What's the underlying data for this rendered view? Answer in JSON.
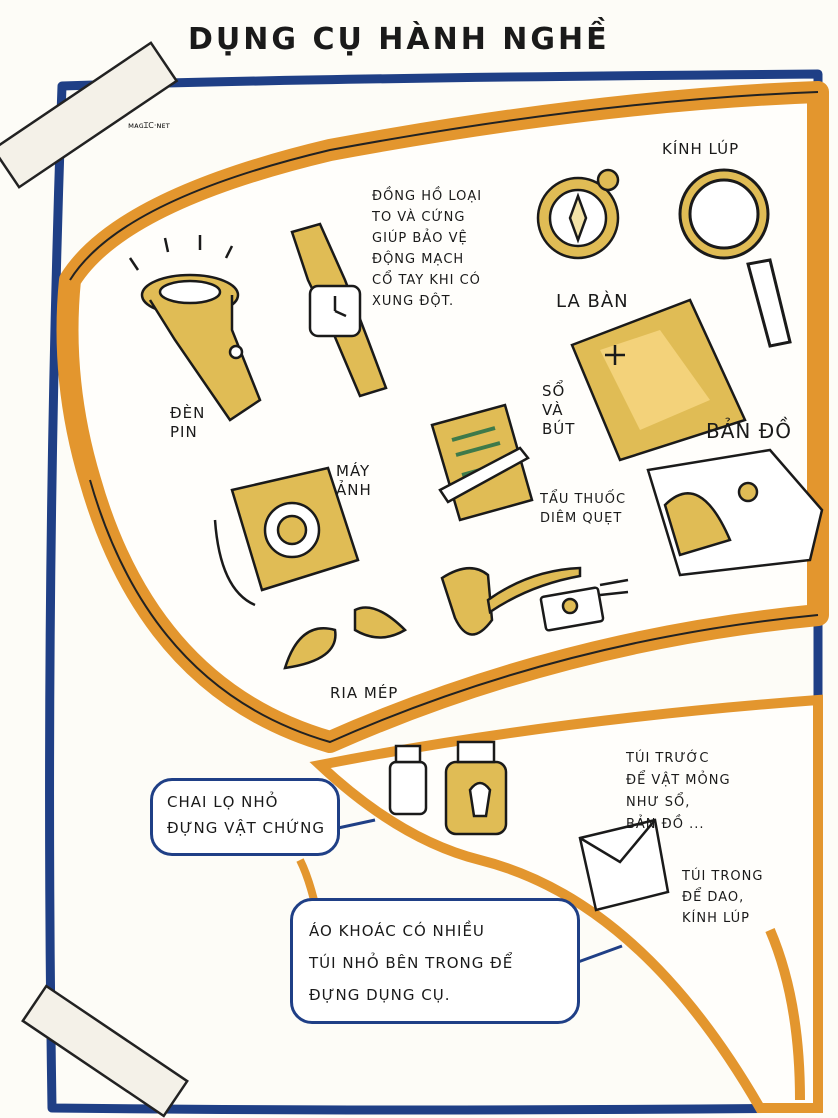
{
  "title": "DỤNG CỤ HÀNH NGHỀ",
  "tiny_mark": "ᴍᴀɢɪc·ɴᴇᴛ",
  "labels": {
    "flashlight": "ĐÈN\nPIN",
    "watch_note": "ĐỒNG HỒ LOẠI\nTO VÀ CỨNG\nGIÚP BẢO VỆ\nĐỘNG MẠCH\nCỔ TAY KHI CÓ\nXUNG ĐỘT.",
    "compass": "LA BÀN",
    "magnifier": "KÍNH LÚP",
    "notebook": "SỔ\nVÀ\nBÚT",
    "map": "BẢN ĐỒ",
    "camera": "MÁY\nẢNH",
    "pipe_matches": "TẨU THUỐC\nDIÊM QUẸT",
    "mustache": "RIA MÉP",
    "front_pocket": "TÚI TRƯỚC\nĐỂ VẬT MỎNG\nNHƯ SỔ,\nBẢN ĐỒ ...",
    "inner_pocket": "TÚI TRONG\nĐỂ DAO,\nKÍNH LÚP"
  },
  "bubbles": {
    "bottles": "CHAI LỌ NHỎ\nĐỰNG VẬT CHỨNG",
    "coat": "ÁO KHOÁC CÓ NHIỀU\nTÚI NHỎ BÊN TRONG ĐỂ\nĐỰNG DỤNG CỤ."
  },
  "colors": {
    "frame_blue": "#1f3f86",
    "bag_orange": "#e3962e",
    "item_yellow": "#e0bc55",
    "ink": "#1a1a1a",
    "green_lines": "#3e7a4a"
  }
}
